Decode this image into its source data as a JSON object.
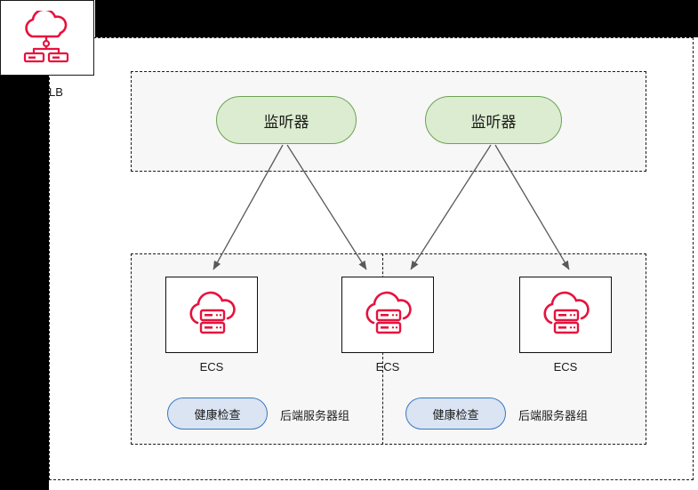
{
  "diagram": {
    "title_label": "LB",
    "icon": "slb-cloud-network-icon",
    "accent_red": "#e6123d",
    "listener_fill": "#dcecd0",
    "listener_stroke": "#6aa353",
    "health_fill": "#dae4f2",
    "health_stroke": "#3a78c0",
    "group_fill": "#f7f7f7",
    "arrow_color": "#595959"
  },
  "listener_group": {
    "listeners": [
      {
        "label": "监听器"
      },
      {
        "label": "监听器"
      }
    ]
  },
  "backend_group": {
    "servers": [
      {
        "label": "ECS",
        "icon": "ecs-cloud-server-icon"
      },
      {
        "label": "ECS",
        "icon": "ecs-cloud-server-icon"
      },
      {
        "label": "ECS",
        "icon": "ecs-cloud-server-icon"
      }
    ],
    "groups": [
      {
        "health_check_label": "健康检查",
        "group_label": "后端服务器组"
      },
      {
        "health_check_label": "健康检查",
        "group_label": "后端服务器组"
      }
    ]
  },
  "connections": [
    {
      "from": "listener-1",
      "to": "ecs-1"
    },
    {
      "from": "listener-1",
      "to": "ecs-2"
    },
    {
      "from": "listener-2",
      "to": "ecs-2"
    },
    {
      "from": "listener-2",
      "to": "ecs-3"
    }
  ]
}
